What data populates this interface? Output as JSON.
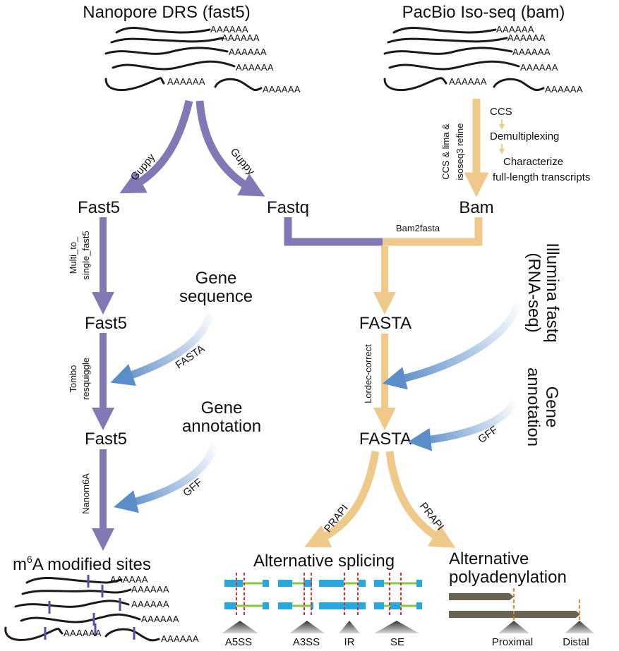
{
  "sources": {
    "nanopore": "Nanopore DRS (fast5)",
    "pacbio": "PacBio Iso-seq (bam)",
    "illumina": [
      "Illumina fastq",
      "(RNA-seq)"
    ],
    "gene_annotation_right": [
      "Gene",
      "annotation"
    ]
  },
  "poly_a": "AAAAAA",
  "nodes": {
    "fast5_1": "Fast5",
    "fastq": "Fastq",
    "bam": "Bam",
    "fast5_2": "Fast5",
    "fasta_1": "FASTA",
    "fast5_3": "Fast5",
    "fasta_2": "FASTA",
    "gene_sequence": [
      "Gene",
      "sequence"
    ],
    "gene_annotation_left": [
      "Gene",
      "annotation"
    ]
  },
  "edges": {
    "guppy_left": "Guppy",
    "guppy_right": "Guppy",
    "pacbio_tools": [
      "CCS  & lima &",
      "isoseq3 refine"
    ],
    "pacbio_steps": [
      "CCS",
      "Demultiplexing",
      "Characterize",
      "full-length transcripts"
    ],
    "multi_to_single": [
      "Multi_to_",
      "single_fast5"
    ],
    "bam2fasta": "Bam2fasta",
    "tombo": [
      "Tombo",
      "resquiggle"
    ],
    "fasta_label": "FASTA",
    "lordec": "Lordec-correct",
    "gff_right": "GFF",
    "nanom6a": "Nanom6A",
    "gff_left": "GFF",
    "prapi_left": "PRAPI",
    "prapi_right": "PRAPI"
  },
  "outputs": {
    "m6a_prefix": "m",
    "m6a_sup": "6",
    "m6a_suffix": "A modified sites",
    "alt_splicing": "Alternative splicing",
    "alt_polya": [
      "Alternative",
      "polyadenylation"
    ]
  },
  "splicing_types": [
    "A5SS",
    "A3SS",
    "IR",
    "SE"
  ],
  "polya_sites": [
    "Proximal",
    "Distal"
  ],
  "colors": {
    "purple": "#8178b5",
    "orange": "#eec98a",
    "blue": "#5b8ec9",
    "cyan_exon": "#29a8dd",
    "green_intron": "#8cc63f",
    "red_mark": "#d3322b",
    "gray_bar": "#6a6352",
    "orange_dash": "#e8862b"
  }
}
